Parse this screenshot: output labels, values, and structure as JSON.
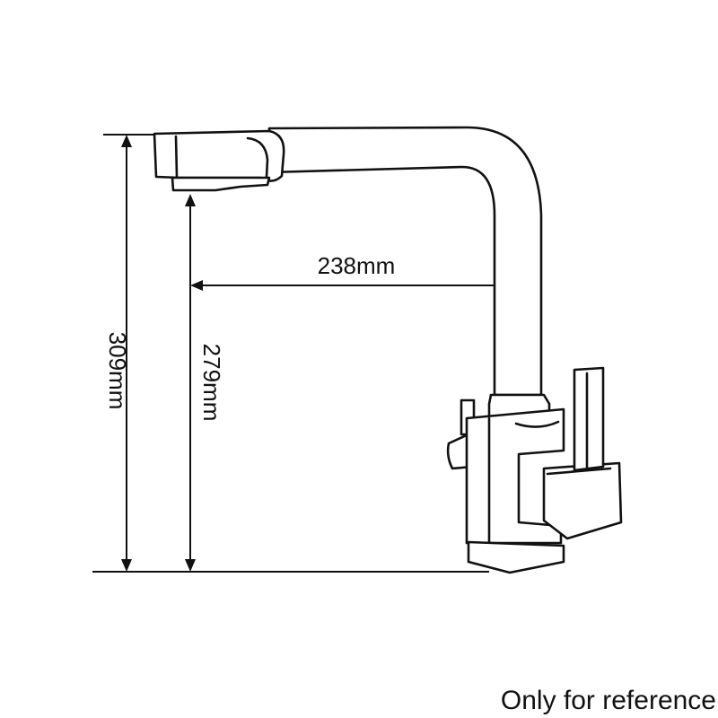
{
  "dimensions": {
    "total_height": "309mm",
    "spout_height": "279mm",
    "spout_reach": "238mm"
  },
  "footer": {
    "note": "Only for reference"
  },
  "colors": {
    "line": "#111111",
    "background": "#ffffff"
  }
}
